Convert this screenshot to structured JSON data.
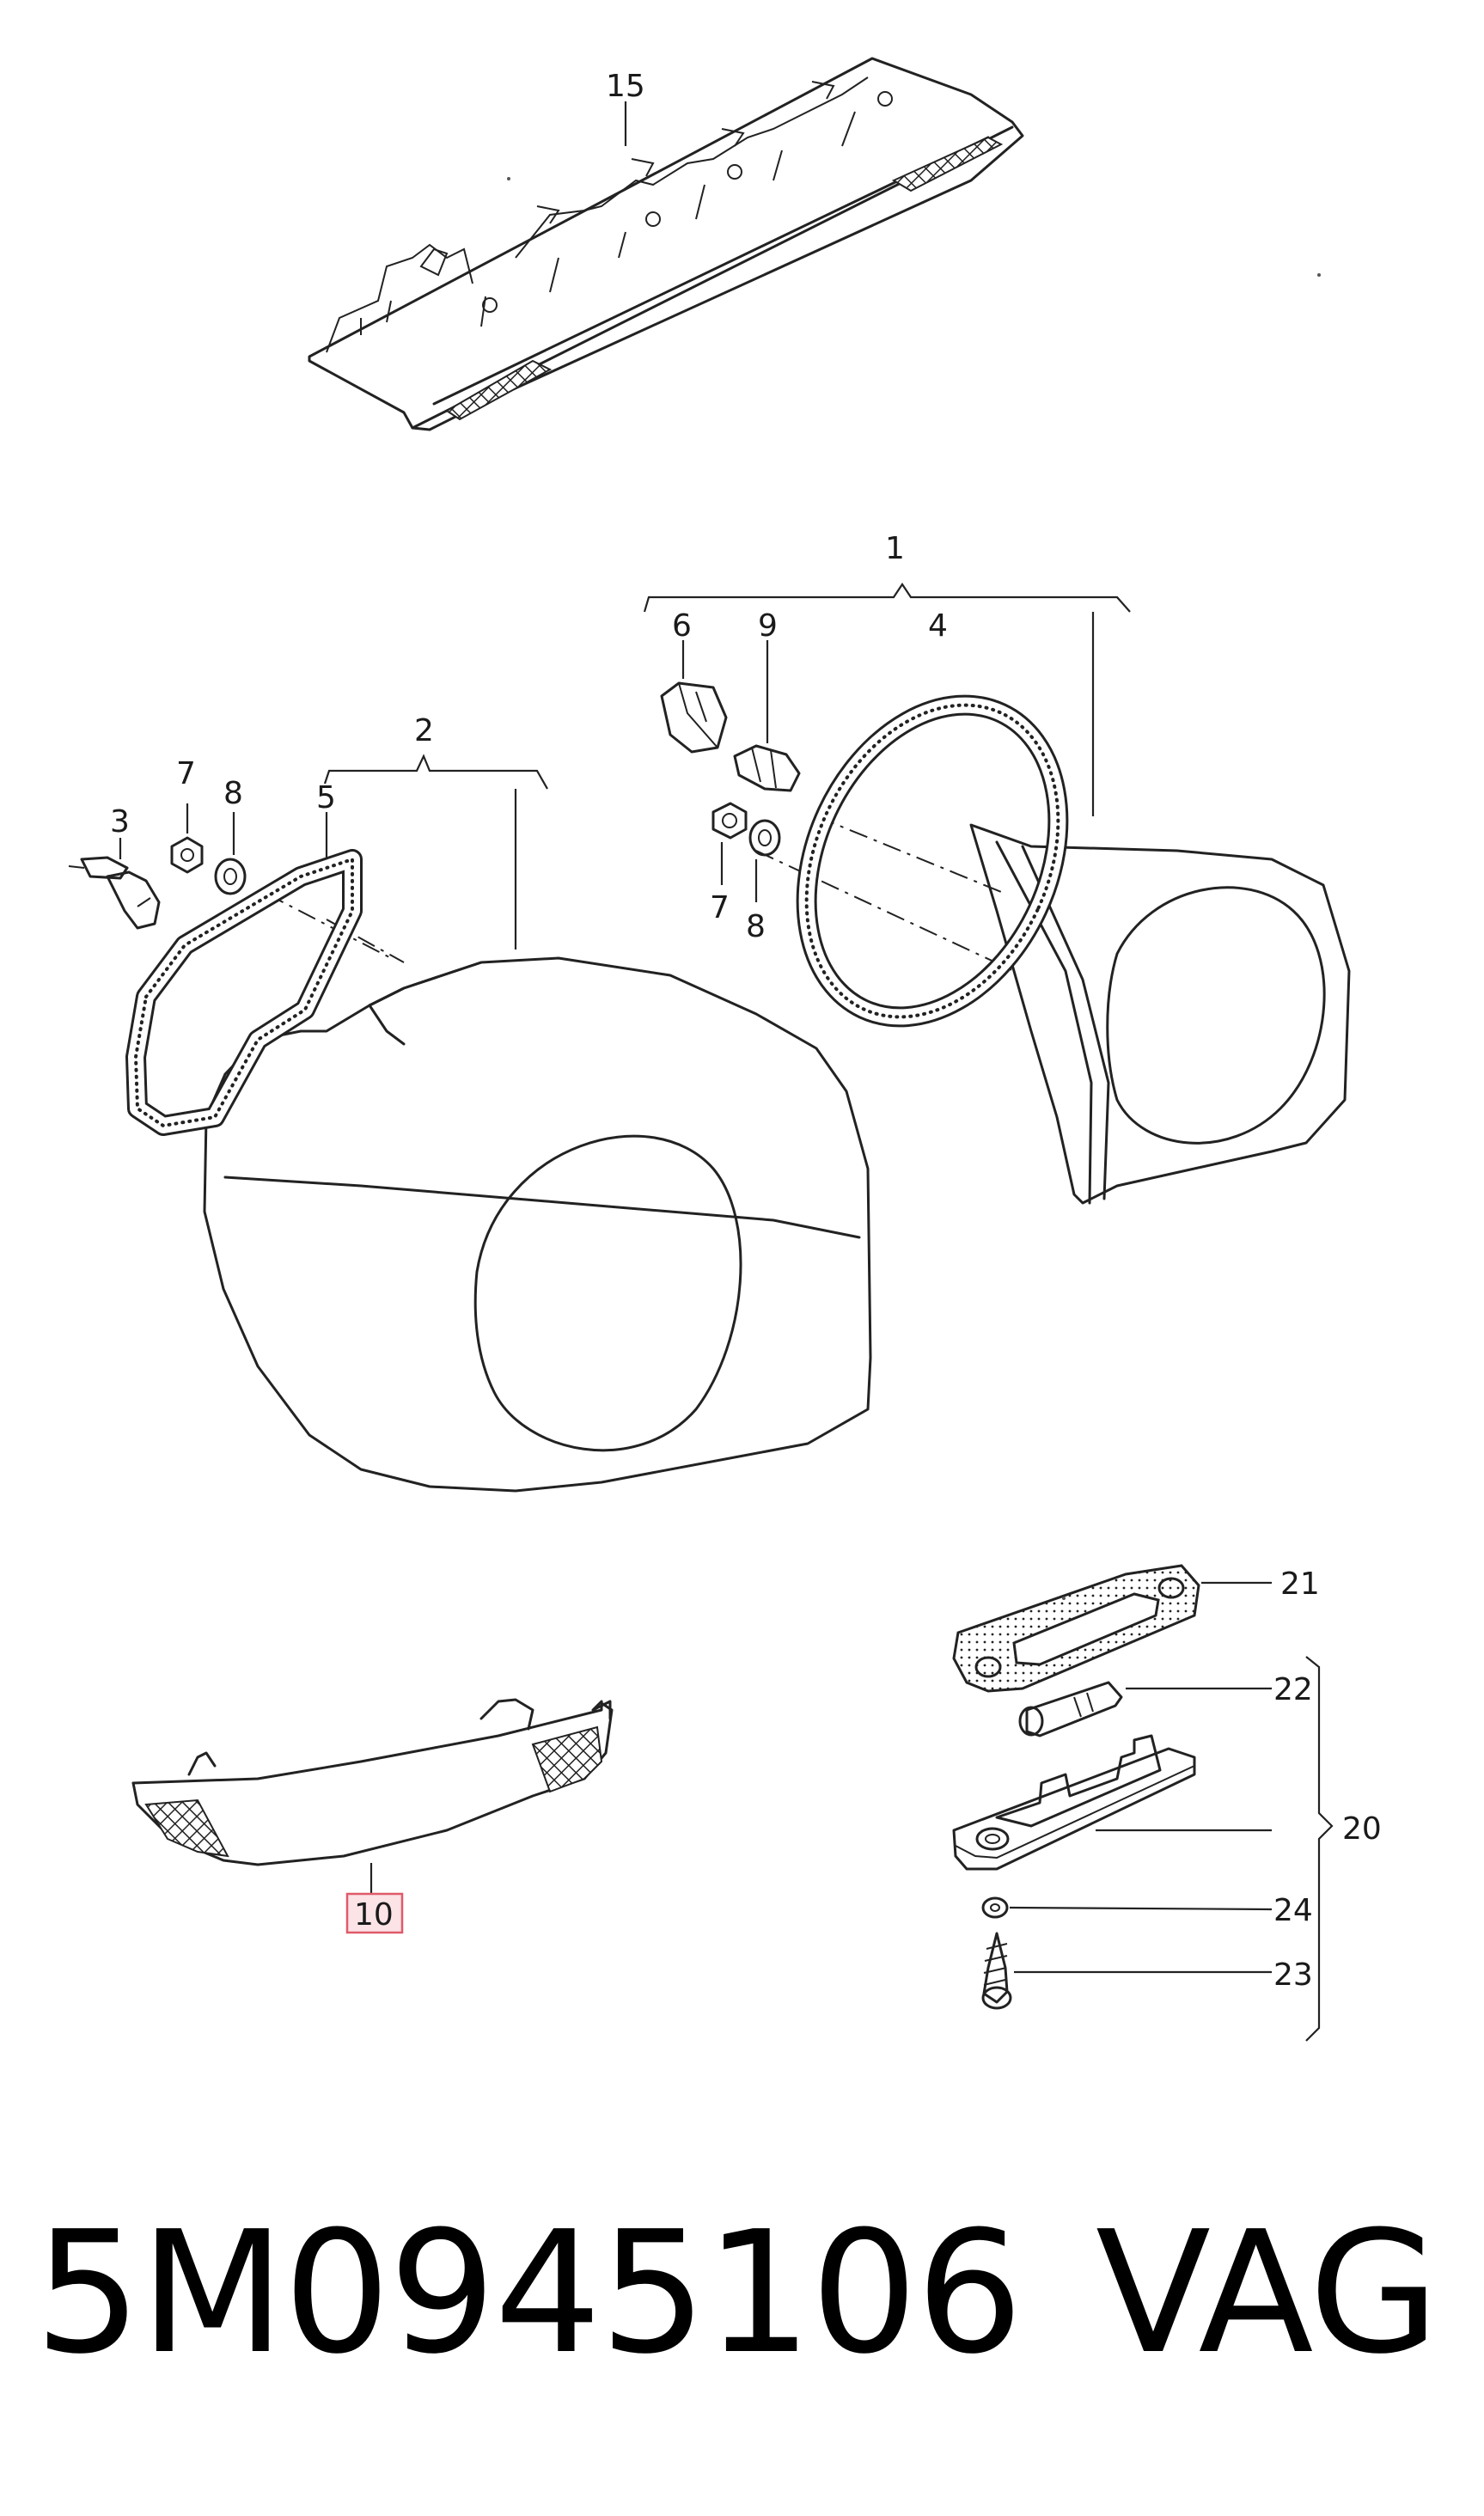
{
  "diagram": {
    "callouts": {
      "c1": "1",
      "c2": "2",
      "c3": "3",
      "c4": "4",
      "c5": "5",
      "c6": "6",
      "c7a": "7",
      "c7b": "7",
      "c8a": "8",
      "c8b": "8",
      "c9": "9",
      "c10": "10",
      "c15": "15",
      "c20": "20",
      "c21": "21",
      "c22": "22",
      "c23": "23",
      "c24": "24"
    }
  },
  "footer": {
    "part_number": "5M0945106",
    "brand": "VAG"
  },
  "colors": {
    "highlight_box": "#e05a6a",
    "highlight_fill": "#fbe3e6",
    "line": "#222222"
  }
}
